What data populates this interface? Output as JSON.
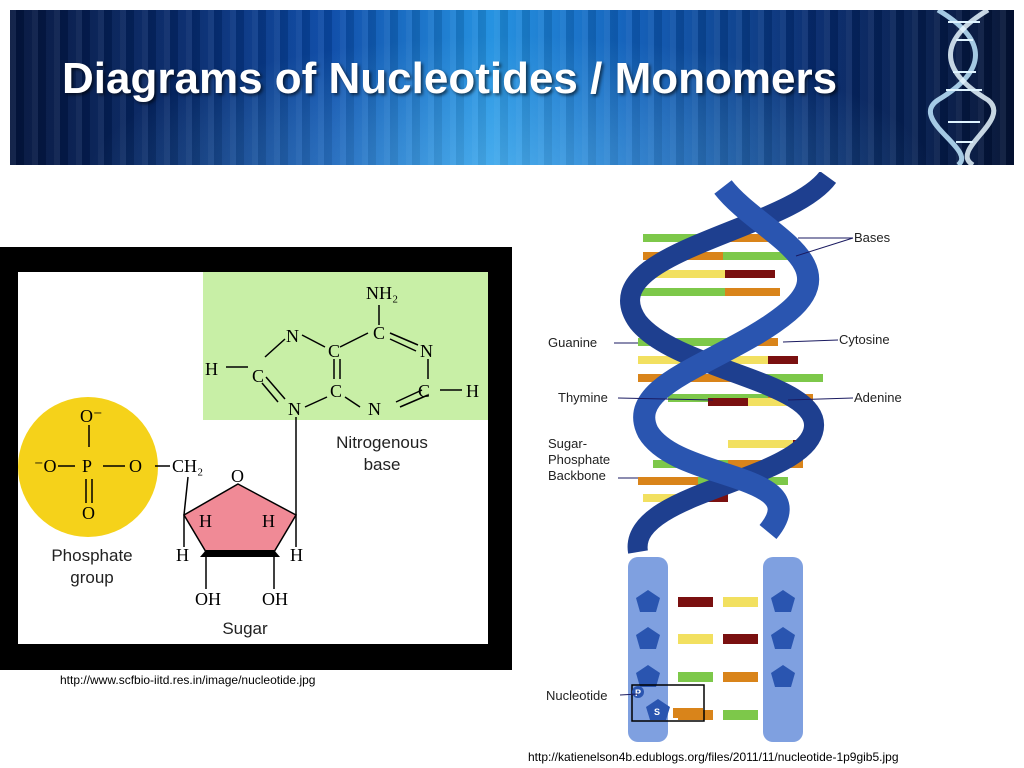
{
  "slide": {
    "title": "Diagrams of Nucleotides / Monomers",
    "source_left": "http://www.scfbio-iitd.res.in/image/nucleotide.jpg",
    "source_right": "http://katienelson4b.edublogs.org/files/2011/11/nucleotide-1p9gib5.jpg"
  },
  "nucleotide": {
    "phosphate_label_1": "Phosphate",
    "phosphate_label_2": "group",
    "sugar_label": "Sugar",
    "base_label_1": "Nitrogenous",
    "base_label_2": "base",
    "atoms": {
      "o_minus_top": "O⁻",
      "o_minus_left": "⁻O",
      "p": "P",
      "o_mid": "O",
      "o_bottom": "O",
      "ch2": "CH₂",
      "ring_o": "O",
      "h1": "H",
      "h2": "H",
      "h3": "H",
      "h4": "H",
      "oh1": "OH",
      "oh2": "OH",
      "nh2": "NH₂",
      "n1": "N",
      "n2": "N",
      "n3": "N",
      "n4": "N",
      "c1": "C",
      "c2": "C",
      "c3": "C",
      "c4": "C",
      "c5": "C",
      "h_left": "H",
      "h_right": "H"
    },
    "colors": {
      "phosphate": "#f5d21a",
      "sugar": "#f08a96",
      "base": "#c8efa6"
    }
  },
  "dna": {
    "labels": {
      "bases": "Bases",
      "guanine": "Guanine",
      "cytosine": "Cytosine",
      "thymine": "Thymine",
      "adenine": "Adenine",
      "backbone_1": "Sugar-",
      "backbone_2": "Phosphate",
      "backbone_3": "Backbone",
      "nucleotide": "Nucleotide"
    },
    "box_letters": {
      "p": "P",
      "s": "S"
    },
    "colors": {
      "strand": "#2a55b0",
      "strand_light": "#7fa0e0",
      "g": "#7dc84a",
      "c": "#d9841a",
      "t": "#7a1010",
      "a": "#f2e060"
    }
  }
}
